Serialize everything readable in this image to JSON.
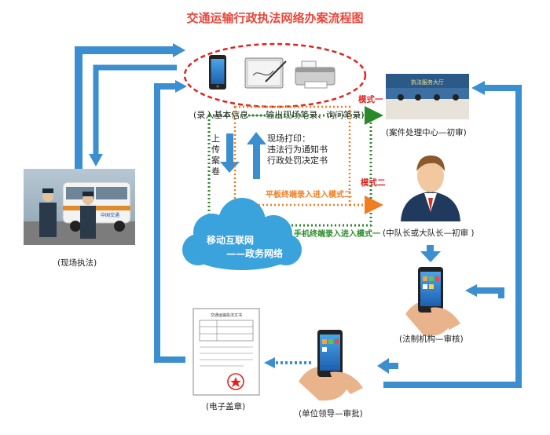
{
  "title": "交通运输行政执法网络办案流程图",
  "colors": {
    "title": "#e8473b",
    "arrow_blue": "#3b8fd0",
    "mode_red": "#e02222",
    "mode_orange": "#f07d22",
    "mode_green": "#2a8a2a",
    "cloud": "#3aa3dc"
  },
  "top_devices": {
    "caption": "(录入基本信息——输出现场笔录、询问笔录)",
    "devices": [
      "phone-icon",
      "tablet-icon",
      "printer-icon"
    ]
  },
  "upload": {
    "chars": [
      "上",
      "传",
      "案",
      "卷"
    ]
  },
  "print_note": {
    "line1": "现场打印：",
    "line2": "违法行为通知书",
    "line3": "行政处罚决定书"
  },
  "cloud": {
    "line1": "移动互联网",
    "line2": "——政务网络"
  },
  "modes": {
    "mode1": "模式一",
    "mode2": "模式二",
    "tablet_mode2": "平板终端录入进入模式二",
    "phone_mode1": "手机终端录入进入模式一"
  },
  "nodes": {
    "field": "(现场执法)",
    "center": "(案件处理中心—初审)",
    "leader": "(中队长或大队长—初审 )",
    "legal": "(法制机构—审核)",
    "unit": "(单位领导—审批)",
    "stamp": "(电子盖章)"
  },
  "photo_signs": {
    "van_plate": "中国交通",
    "hall_banner": "执法服务大厅"
  },
  "document": {
    "header": "交通运输执法文书"
  }
}
